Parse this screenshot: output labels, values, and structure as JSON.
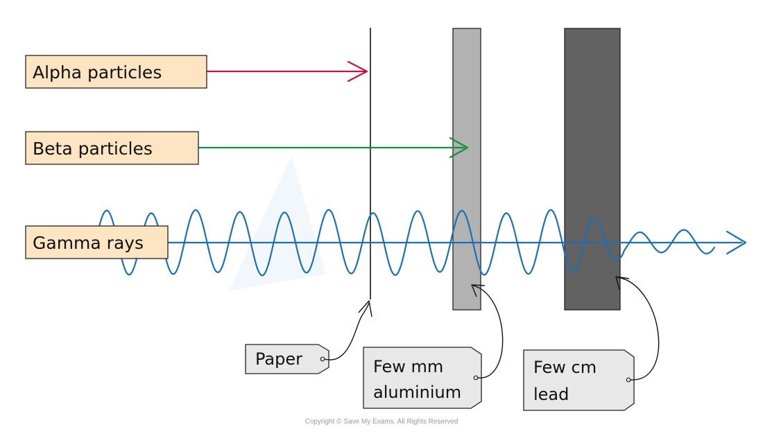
{
  "radiations": {
    "alpha": {
      "label": "Alpha particles",
      "color": "#d0103a"
    },
    "beta": {
      "label": "Beta particles",
      "color": "#11923a"
    },
    "gamma": {
      "label": "Gamma rays",
      "color": "#1c6fb4"
    }
  },
  "absorbers": {
    "paper": {
      "tag": "Paper"
    },
    "aluminium": {
      "tag_line1": "Few mm",
      "tag_line2": "aluminium",
      "color": "#b2b2b2"
    },
    "lead": {
      "tag_line1": "Few cm",
      "tag_line2": "lead",
      "color": "#626262"
    }
  },
  "colors": {
    "label_fill": "#fde4c3",
    "tag_fill": "#e8e8e8"
  },
  "copyright": "Copyright © Save My Exams. All Rights Reserved"
}
